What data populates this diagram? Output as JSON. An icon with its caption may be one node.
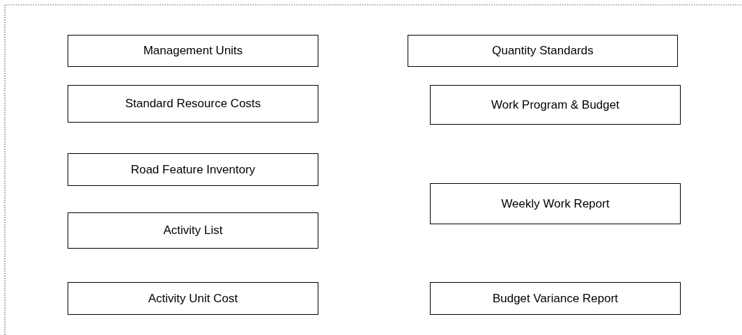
{
  "diagram": {
    "nodes": [
      {
        "text": [
          "Management Units"
        ]
      },
      {
        "text": [
          "Quantity Standards"
        ]
      },
      {
        "text": [
          "Standard Resource Costs"
        ]
      },
      {
        "text": [
          "Work Program & Budget"
        ]
      },
      {
        "text": [
          "Road Feature Inventory"
        ]
      },
      {
        "text": [
          "Weekly Work Report"
        ]
      },
      {
        "text": [
          "Activity List"
        ]
      },
      {
        "text": [
          "Activity Unit Cost"
        ]
      },
      {
        "text": [
          "Budget Variance Report"
        ]
      }
    ]
  }
}
